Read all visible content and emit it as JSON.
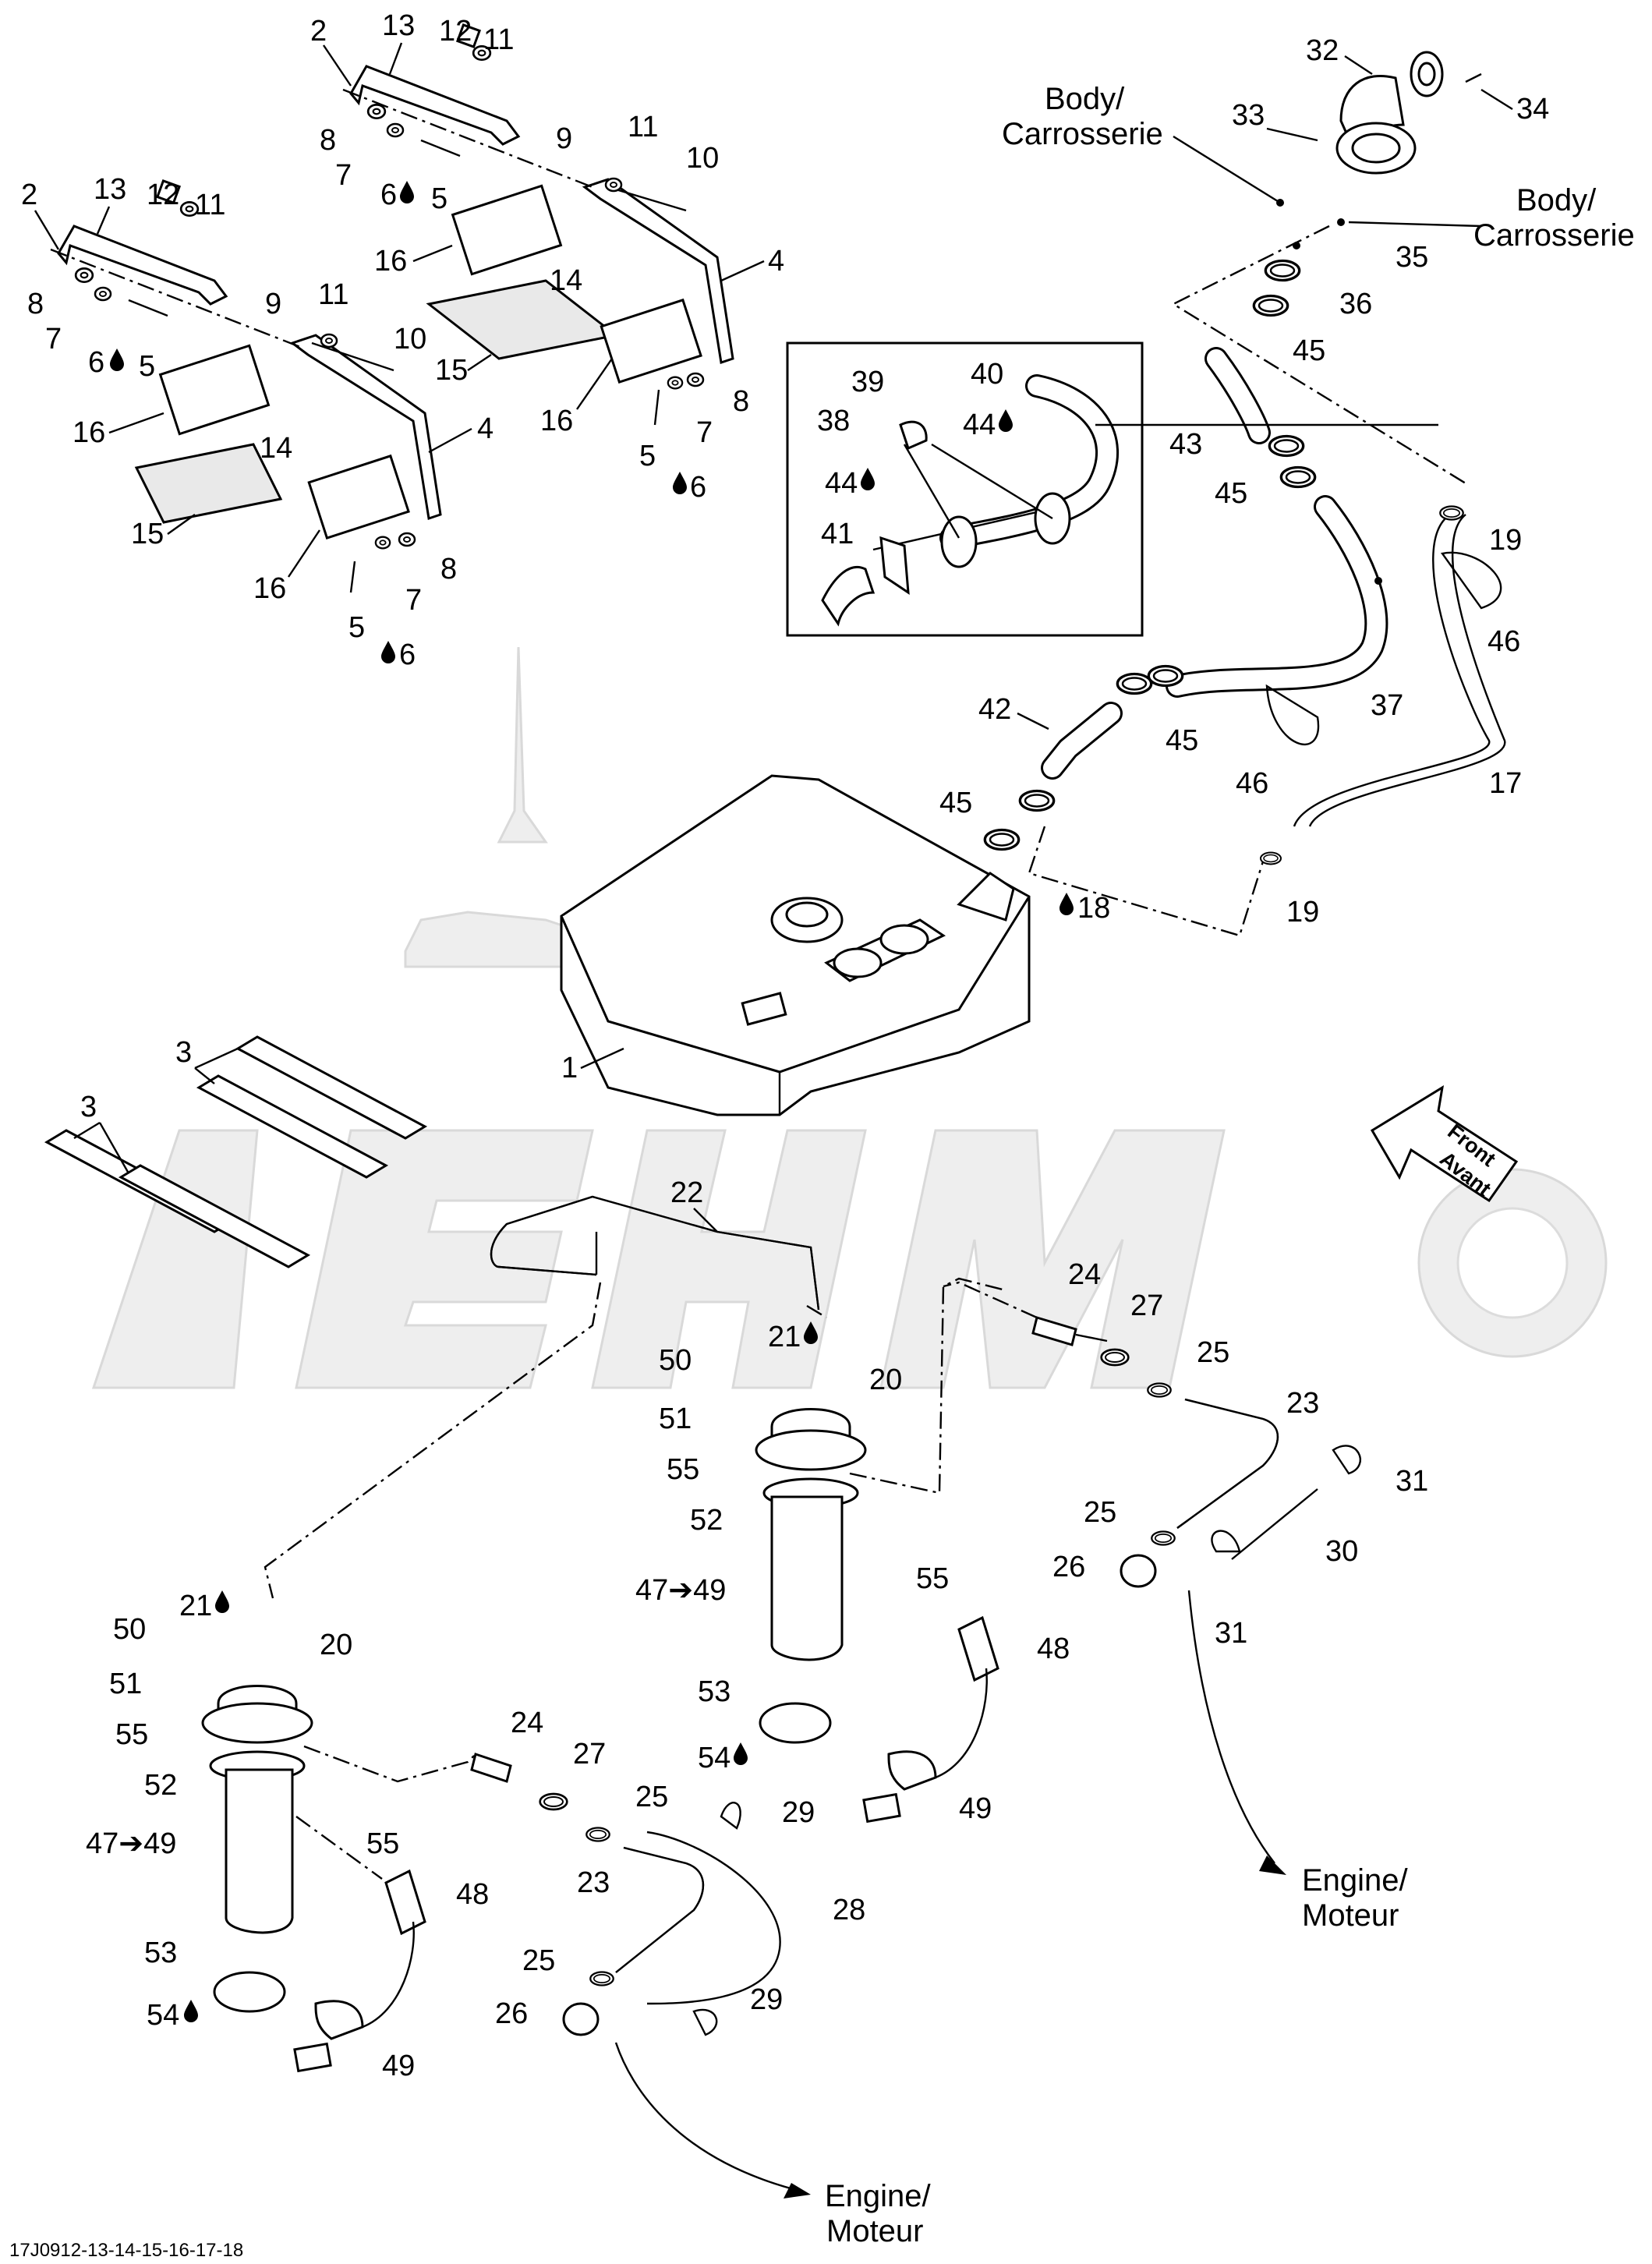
{
  "diagram": {
    "footer_code": "17J0912-13-14-15-16-17-18",
    "front_arrow": {
      "line1": "Front",
      "line2": "Avant"
    },
    "destinations": {
      "body_1": {
        "line1": "Body/",
        "line2": "Carrosserie"
      },
      "body_2": {
        "line1": "Body/",
        "line2": "Carrosserie"
      },
      "engine_1": {
        "line1": "Engine/",
        "line2": "Moteur"
      },
      "engine_2": {
        "line1": "Engine/",
        "line2": "Moteur"
      }
    },
    "callouts": {
      "n1": "1",
      "n2a": "2",
      "n2b": "2",
      "n3a": "3",
      "n3b": "3",
      "n4a": "4",
      "n4b": "4",
      "n5a": "5",
      "n5b": "5",
      "n5c": "5",
      "n5d": "5",
      "n6a": "6",
      "n6b": "6",
      "n6c": "6",
      "n6d": "6",
      "n7a": "7",
      "n7b": "7",
      "n7c": "7",
      "n7d": "7",
      "n8a": "8",
      "n8b": "8",
      "n8c": "8",
      "n8d": "8",
      "n9a": "9",
      "n9b": "9",
      "n10a": "10",
      "n10b": "10",
      "n11a": "11",
      "n11b": "11",
      "n11c": "11",
      "n11d": "11",
      "n12a": "12",
      "n12b": "12",
      "n13a": "13",
      "n13b": "13",
      "n14a": "14",
      "n14b": "14",
      "n15a": "15",
      "n15b": "15",
      "n16a": "16",
      "n16b": "16",
      "n16c": "16",
      "n16d": "16",
      "n17": "17",
      "n18": "18",
      "n19a": "19",
      "n19b": "19",
      "n20a": "20",
      "n20b": "20",
      "n21a": "21",
      "n21b": "21",
      "n22": "22",
      "n23a": "23",
      "n23b": "23",
      "n24a": "24",
      "n24b": "24",
      "n25a": "25",
      "n25b": "25",
      "n25c": "25",
      "n25d": "25",
      "n26a": "26",
      "n26b": "26",
      "n27a": "27",
      "n27b": "27",
      "n28": "28",
      "n29a": "29",
      "n29b": "29",
      "n30": "30",
      "n31a": "31",
      "n31b": "31",
      "n32": "32",
      "n33": "33",
      "n34": "34",
      "n35": "35",
      "n36": "36",
      "n37": "37",
      "n38": "38",
      "n39": "39",
      "n40": "40",
      "n41": "41",
      "n42": "42",
      "n43": "43",
      "n44a": "44",
      "n44b": "44",
      "n45a": "45",
      "n45b": "45",
      "n45c": "45",
      "n45d": "45",
      "n46a": "46",
      "n46b": "46",
      "n47a": "47➔49",
      "n47b": "47➔49",
      "n48a": "48",
      "n48b": "48",
      "n49a": "49",
      "n49b": "49",
      "n50a": "50",
      "n50b": "50",
      "n51a": "51",
      "n51b": "51",
      "n52a": "52",
      "n52b": "52",
      "n53a": "53",
      "n53b": "53",
      "n54a": "54",
      "n54b": "54",
      "n55a": "55",
      "n55b": "55",
      "n55c": "55",
      "n55d": "55"
    },
    "icons": {
      "lubricant": "oil-drop-icon",
      "direction": "front-arrow-icon"
    }
  }
}
